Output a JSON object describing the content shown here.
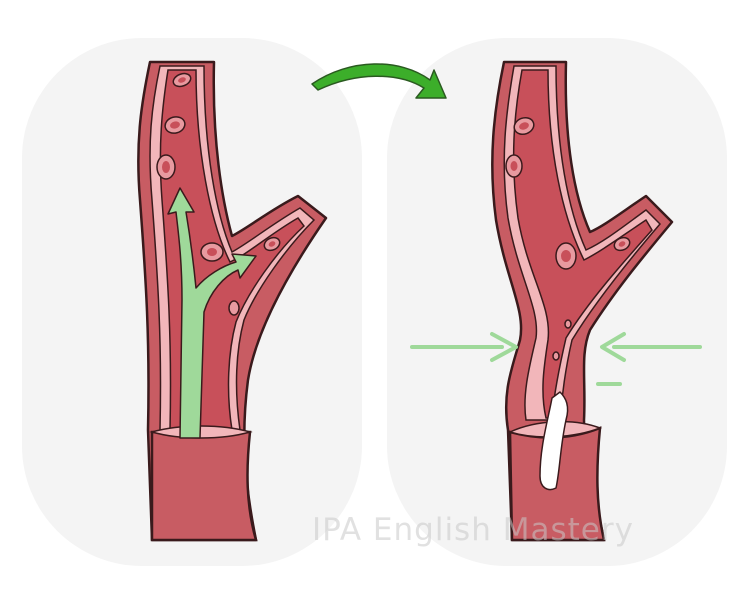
{
  "watermark": {
    "text": "IPA English Mastery"
  },
  "colors": {
    "panel_background": "#f4f4f4",
    "vessel_wall": "#c85c63",
    "vessel_lumen": "#c8505a",
    "vessel_lining": "#f2b6ba",
    "blood_cell": "#e89aa0",
    "flow_arrow": "#9fd99a",
    "transition_arrow": "#3cae2a",
    "pressure_arrow": "#9fd99a",
    "outline": "#3a1a1c"
  },
  "icons": {
    "transition": "curved-arrow-right-icon",
    "flow": "branching-flow-arrow-icon",
    "pressure": "inward-arrow-icon"
  },
  "panels": {
    "left": "normal-branching-vessel",
    "right": "constricted-branching-vessel"
  }
}
